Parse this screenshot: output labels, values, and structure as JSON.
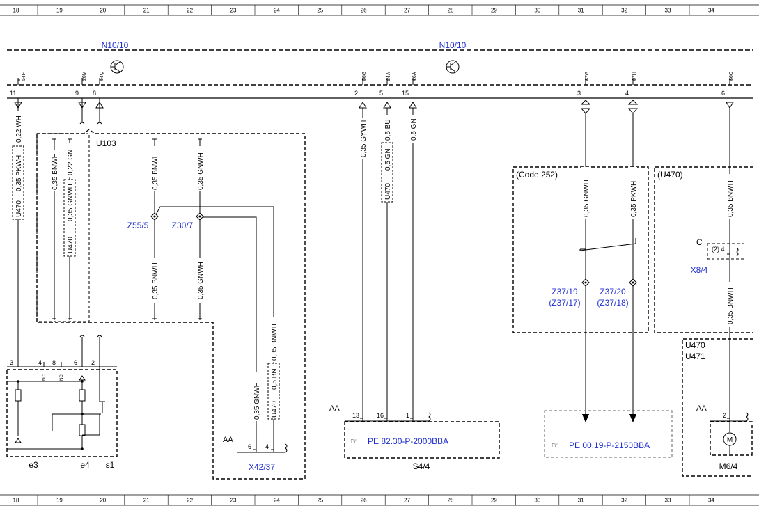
{
  "grid": {
    "columns": [
      "18",
      "19",
      "20",
      "21",
      "22",
      "23",
      "24",
      "25",
      "26",
      "27",
      "28",
      "29",
      "30",
      "31",
      "32",
      "33",
      "34"
    ]
  },
  "components": {
    "n10_left": "N10/10",
    "n10_right": "N10/10",
    "u103": "U103",
    "z55": "Z55/5",
    "z30": "Z30/7",
    "z37_19": "Z37/19",
    "z37_17": "(Z37/17)",
    "z37_20": "Z37/20",
    "z37_18": "(Z37/18)",
    "x42": "X42/37",
    "x8": "X8/4",
    "x8_c": "C",
    "x8_pin": "(2) 4",
    "s4": "S4/4",
    "m6": "M6/4",
    "e3": "e3",
    "e4": "e4",
    "s1": "s1",
    "code252": "(Code 252)",
    "u470_box": "(U470)",
    "u470_u471_a": "U470",
    "u470_u471_b": "U471"
  },
  "refs": {
    "pe8230": "PE 82.30-P-2000BBA",
    "pe0019": "PE 00.19-P-2150BBA",
    "ref_icon": "pointing-hand-icon"
  },
  "connectors": {
    "aa_x42": "AA",
    "aa_s4": "AA",
    "aa_m6": "AA"
  },
  "pins_top": [
    {
      "pin": "11",
      "code": "54F"
    },
    {
      "pin": "9",
      "code": "20M"
    },
    {
      "pin": "8",
      "code": "54Q"
    },
    {
      "pin": "2",
      "code": "56G"
    },
    {
      "pin": "5",
      "code": "24A"
    },
    {
      "pin": "15",
      "code": "16A"
    },
    {
      "pin": "3",
      "code": "37G"
    },
    {
      "pin": "4",
      "code": "37H"
    },
    {
      "pin": "6",
      "code": "36C"
    }
  ],
  "pins_other": {
    "x42_6": "6",
    "x42_4": "4",
    "s4_13": "13",
    "s4_16": "16",
    "s4_1": "1",
    "m6_2": "2",
    "lb_3": "3",
    "lb_4": "4",
    "lb_8": "8",
    "lb_6": "6",
    "lb_2": "2",
    "nc_a": "NC",
    "nc_b": "NC"
  },
  "wires": {
    "w_022wh": "0,22 WH",
    "w_035pkwh": "0,35 PKWH",
    "w_u470_a": "U470",
    "w_035bnwh_a": "0,35 BNWH",
    "w_022gn": "0,22 GN",
    "w_035gnwh_a": "0,35 GNWH",
    "w_u470_b": "U470",
    "w_035bnwh_b": "0,35 BNWH",
    "w_035gnwh_b": "0,35 GNWH",
    "w_035bnwh_c": "0,35 BNWH",
    "w_035gnwh_c": "0,35 GNWH",
    "w_035bnwh_d": "0,35 BNWH",
    "w_035gnwh_d": "0,35 GNWH",
    "w_05bn": "0,5 BN",
    "w_u470_c": "U470",
    "w_035gywh": "0,35 GYWH",
    "w_05bu": "0,5 BU",
    "w_05gn_a": "0,5 GN",
    "w_u470_d": "U470",
    "w_05gn_b": "0,5 GN",
    "w_035gnwh_e": "0,35 GNWH",
    "w_035pkwh_b": "0,35 PKWH",
    "w_035bnwh_e": "0,35 BNWH",
    "w_035bnwh_f": "0,35 BNWH"
  }
}
